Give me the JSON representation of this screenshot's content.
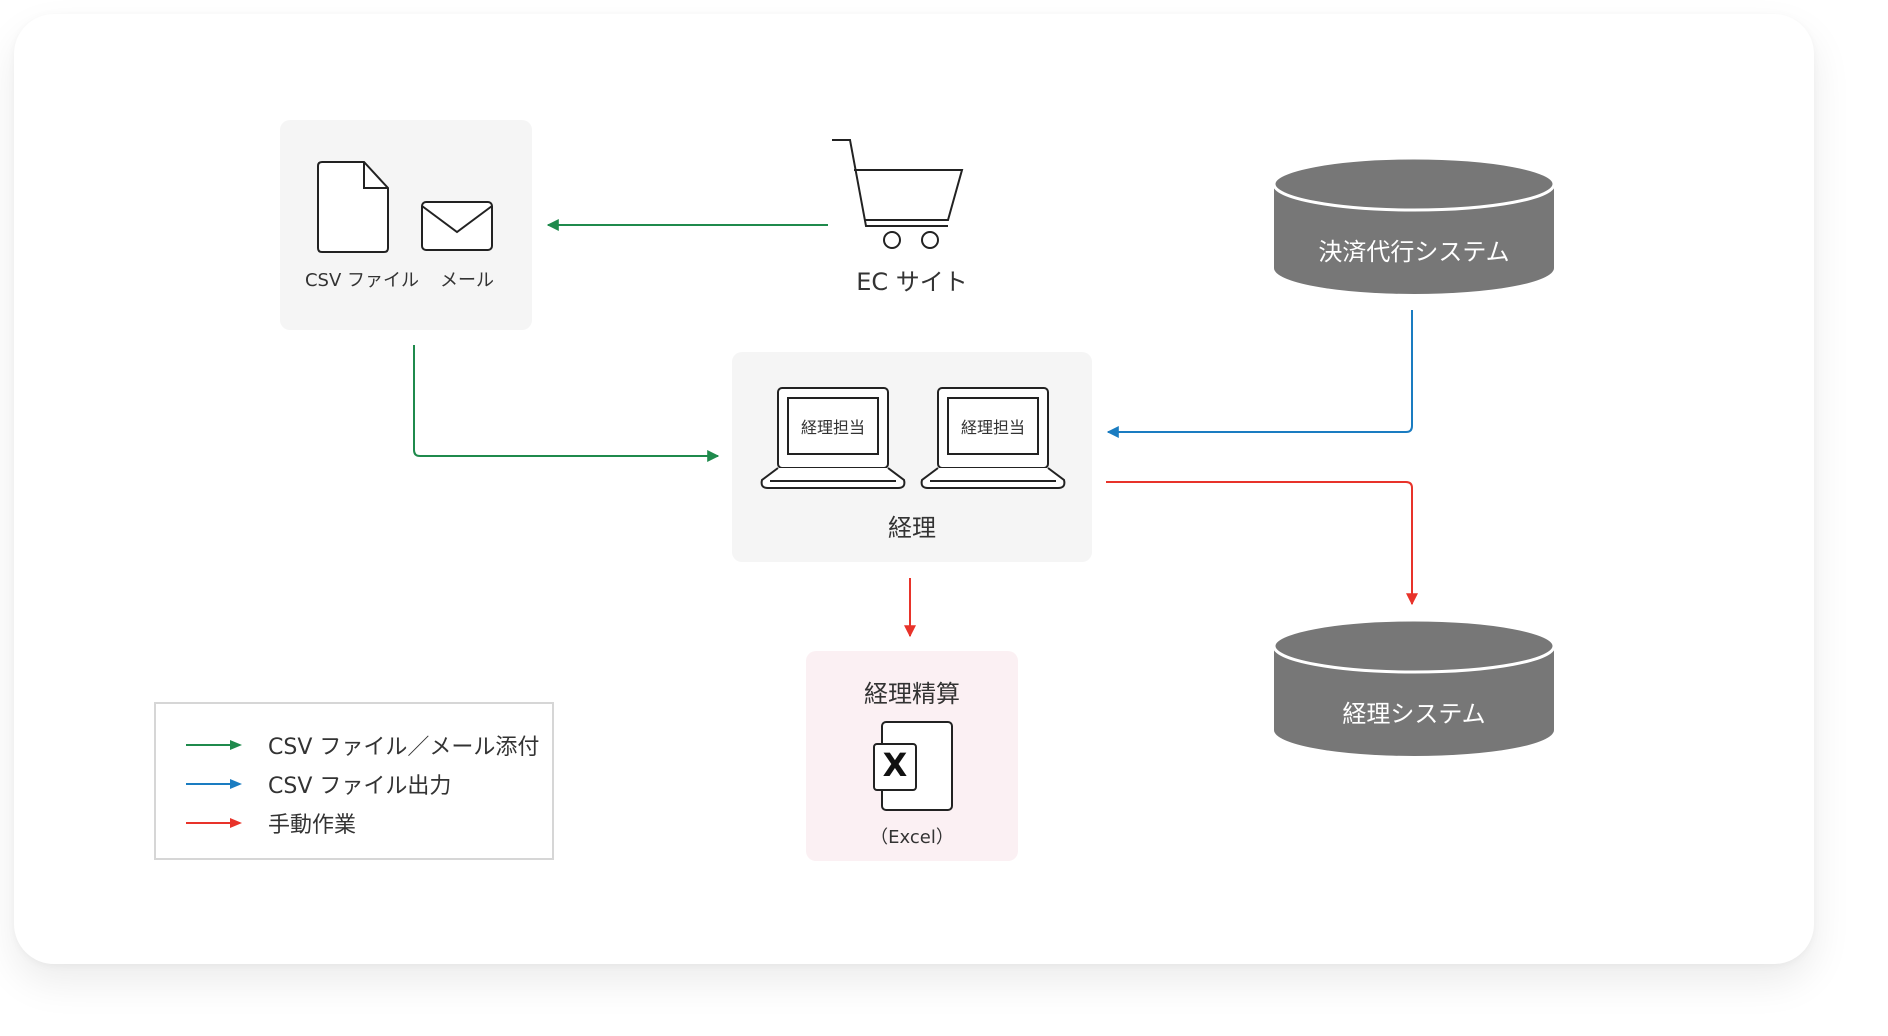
{
  "nodes": {
    "csv_file_label": "CSV ファイル",
    "mail_label": "メール",
    "ec_site_label": "EC サイト",
    "payment_system_label": "決済代行システム",
    "accounting_staff_1": "経理担当",
    "accounting_staff_2": "経理担当",
    "accounting_label": "経理",
    "accounting_system_label": "経理システム",
    "settlement_title": "経理精算",
    "excel_letter": "X",
    "excel_label": "（Excel）"
  },
  "legend": [
    {
      "label": "CSV ファイル／メール添付",
      "color": "#1f8a4c"
    },
    {
      "label": "CSV ファイル出力",
      "color": "#1a7cc1"
    },
    {
      "label": "手動作業",
      "color": "#e8332a"
    }
  ],
  "colors": {
    "green": "#1f8a4c",
    "blue": "#1a7cc1",
    "red": "#e8332a",
    "db": "#777777"
  }
}
